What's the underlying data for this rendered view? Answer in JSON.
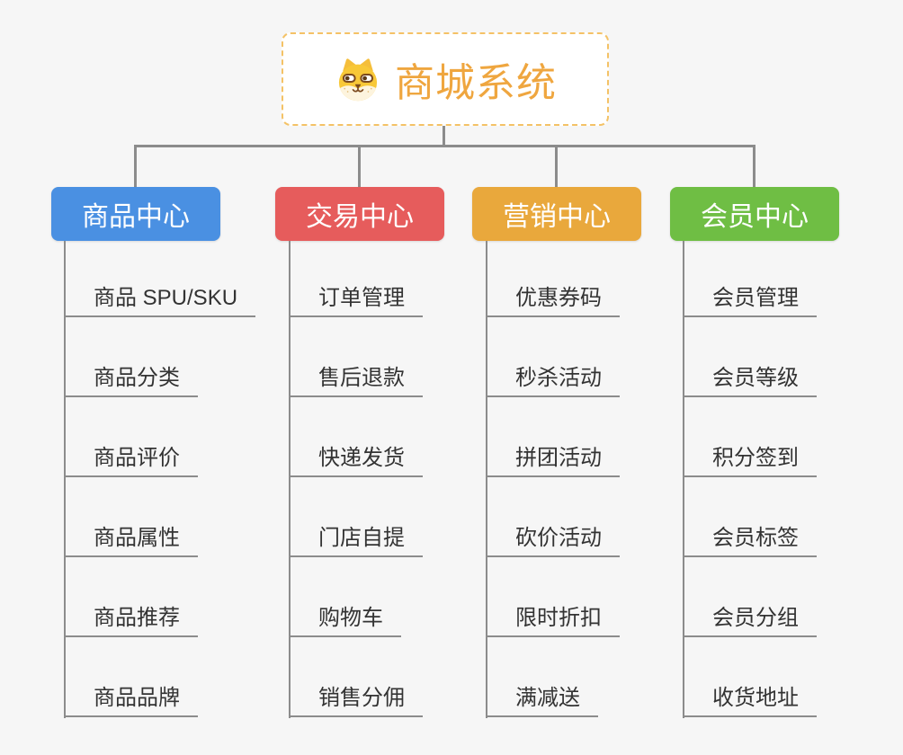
{
  "page": {
    "background": "#F6F6F6"
  },
  "connector_color": "#8C8C8C",
  "root": {
    "title": "商城系统",
    "icon": "dog-face-icon",
    "text_color": "#EFA63F",
    "border_color": "#F4C266",
    "background": "#FFFFFF"
  },
  "branches": [
    {
      "label": "商品中心",
      "color": "#4A90E2",
      "items": [
        "商品 SPU/SKU",
        "商品分类",
        "商品评价",
        "商品属性",
        "商品推荐",
        "商品品牌"
      ]
    },
    {
      "label": "交易中心",
      "color": "#E65C5C",
      "items": [
        "订单管理",
        "售后退款",
        "快递发货",
        "门店自提",
        "购物车",
        "销售分佣"
      ]
    },
    {
      "label": "营销中心",
      "color": "#E9A83C",
      "items": [
        "优惠券码",
        "秒杀活动",
        "拼团活动",
        "砍价活动",
        "限时折扣",
        "满减送"
      ]
    },
    {
      "label": "会员中心",
      "color": "#6FBE44",
      "items": [
        "会员管理",
        "会员等级",
        "积分签到",
        "会员标签",
        "会员分组",
        "收货地址"
      ]
    }
  ]
}
